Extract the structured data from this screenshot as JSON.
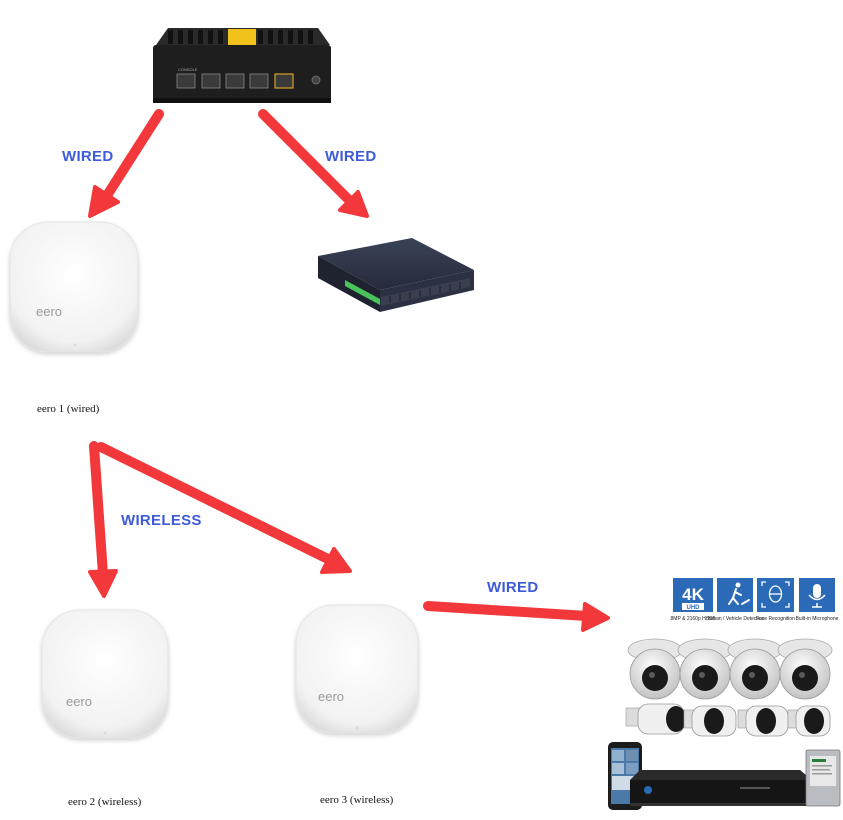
{
  "nodes": {
    "router": {
      "ports_label": "CONSOLE"
    },
    "eero1": {
      "brand": "eero",
      "caption": "eero 1 (wired)"
    },
    "eero2": {
      "brand": "eero",
      "caption": "eero 2 (wireless)"
    },
    "eero3": {
      "brand": "eero",
      "caption": "eero 3 (wireless)"
    },
    "camera_kit": {
      "badges": [
        {
          "main": "4K",
          "sub": "UHD",
          "caption": "8MP & 2160p H.265"
        },
        {
          "caption": "Human / Vehicle Detection"
        },
        {
          "caption": "Face Recognition"
        },
        {
          "caption": "Built-in Microphone"
        }
      ]
    }
  },
  "connections": [
    {
      "from": "router",
      "to": "eero1",
      "label": "WIRED"
    },
    {
      "from": "router",
      "to": "switch",
      "label": "WIRED"
    },
    {
      "from": "eero1",
      "to": "eero2",
      "label": "WIRELESS"
    },
    {
      "from": "eero1",
      "to": "eero3",
      "label": ""
    },
    {
      "from": "eero3",
      "to": "camera_kit",
      "label": "WIRED"
    }
  ],
  "colors": {
    "arrow": "#f2383a",
    "label": "#3d5bd8",
    "eero_body": "#f3f3f3",
    "router_body": "#1e1e1e",
    "router_accent": "#f1c21b",
    "switch_body": "#2f3446",
    "badge": "#2a6ab7"
  }
}
